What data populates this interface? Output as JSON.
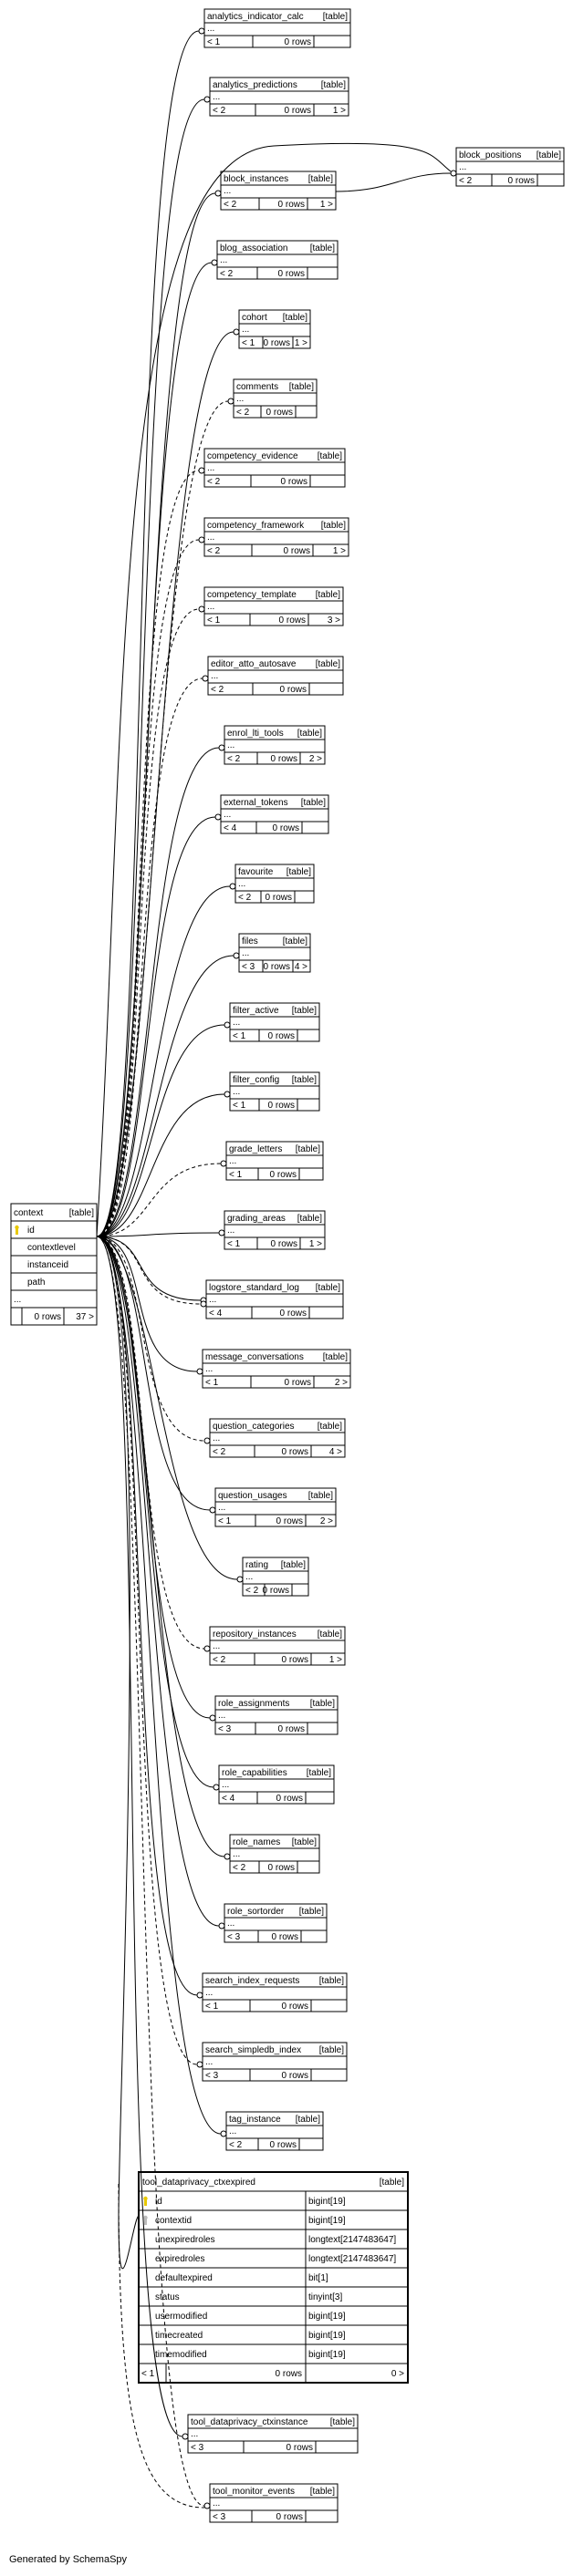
{
  "footer": "Generated by SchemaSpy",
  "context": {
    "name": "context",
    "tag": "[table]",
    "columns": [
      {
        "name": "id",
        "key": "primary"
      },
      {
        "name": "contextlevel",
        "key": ""
      },
      {
        "name": "instanceid",
        "key": ""
      },
      {
        "name": "path",
        "key": ""
      }
    ],
    "ellipsis": "...",
    "parents": "",
    "rows": "0 rows",
    "children": "37 >"
  },
  "tables": [
    {
      "name": "analytics_indicator_calc",
      "tag": "[table]",
      "ellipsis": "...",
      "parents": "< 1",
      "rows": "0 rows",
      "children": "",
      "rel": "solid"
    },
    {
      "name": "analytics_predictions",
      "tag": "[table]",
      "ellipsis": "...",
      "parents": "< 2",
      "rows": "0 rows",
      "children": "1 >",
      "rel": "solid"
    },
    {
      "name": "block_instances",
      "tag": "[table]",
      "ellipsis": "...",
      "parents": "< 2",
      "rows": "0 rows",
      "children": "1 >",
      "rel": "solid"
    },
    {
      "name": "blog_association",
      "tag": "[table]",
      "ellipsis": "...",
      "parents": "< 2",
      "rows": "0 rows",
      "children": "",
      "rel": "solid"
    },
    {
      "name": "cohort",
      "tag": "[table]",
      "ellipsis": "...",
      "parents": "< 1",
      "rows": "0 rows",
      "children": "1 >",
      "rel": "solid"
    },
    {
      "name": "comments",
      "tag": "[table]",
      "ellipsis": "...",
      "parents": "< 2",
      "rows": "0 rows",
      "children": "",
      "rel": "dashed"
    },
    {
      "name": "competency_evidence",
      "tag": "[table]",
      "ellipsis": "...",
      "parents": "< 2",
      "rows": "0 rows",
      "children": "",
      "rel": "dashed"
    },
    {
      "name": "competency_framework",
      "tag": "[table]",
      "ellipsis": "...",
      "parents": "< 2",
      "rows": "0 rows",
      "children": "1 >",
      "rel": "dashed"
    },
    {
      "name": "competency_template",
      "tag": "[table]",
      "ellipsis": "...",
      "parents": "< 1",
      "rows": "0 rows",
      "children": "3 >",
      "rel": "dashed"
    },
    {
      "name": "editor_atto_autosave",
      "tag": "[table]",
      "ellipsis": "...",
      "parents": "< 2",
      "rows": "0 rows",
      "children": "",
      "rel": "dashed"
    },
    {
      "name": "enrol_lti_tools",
      "tag": "[table]",
      "ellipsis": "...",
      "parents": "< 2",
      "rows": "0 rows",
      "children": "2 >",
      "rel": "solid"
    },
    {
      "name": "external_tokens",
      "tag": "[table]",
      "ellipsis": "...",
      "parents": "< 4",
      "rows": "0 rows",
      "children": "",
      "rel": "solid"
    },
    {
      "name": "favourite",
      "tag": "[table]",
      "ellipsis": "...",
      "parents": "< 2",
      "rows": "0 rows",
      "children": "",
      "rel": "solid"
    },
    {
      "name": "files",
      "tag": "[table]",
      "ellipsis": "...",
      "parents": "< 3",
      "rows": "0 rows",
      "children": "4 >",
      "rel": "solid"
    },
    {
      "name": "filter_active",
      "tag": "[table]",
      "ellipsis": "...",
      "parents": "< 1",
      "rows": "0 rows",
      "children": "",
      "rel": "solid"
    },
    {
      "name": "filter_config",
      "tag": "[table]",
      "ellipsis": "...",
      "parents": "< 1",
      "rows": "0 rows",
      "children": "",
      "rel": "solid"
    },
    {
      "name": "grade_letters",
      "tag": "[table]",
      "ellipsis": "...",
      "parents": "< 1",
      "rows": "0 rows",
      "children": "",
      "rel": "dashed"
    },
    {
      "name": "grading_areas",
      "tag": "[table]",
      "ellipsis": "...",
      "parents": "< 1",
      "rows": "0 rows",
      "children": "1 >",
      "rel": "solid"
    },
    {
      "name": "logstore_standard_log",
      "tag": "[table]",
      "ellipsis": "...",
      "parents": "< 4",
      "rows": "0 rows",
      "children": "",
      "rel": "mixed"
    },
    {
      "name": "message_conversations",
      "tag": "[table]",
      "ellipsis": "...",
      "parents": "< 1",
      "rows": "0 rows",
      "children": "2 >",
      "rel": "solid"
    },
    {
      "name": "question_categories",
      "tag": "[table]",
      "ellipsis": "...",
      "parents": "< 2",
      "rows": "0 rows",
      "children": "4 >",
      "rel": "dashed"
    },
    {
      "name": "question_usages",
      "tag": "[table]",
      "ellipsis": "...",
      "parents": "< 1",
      "rows": "0 rows",
      "children": "2 >",
      "rel": "solid"
    },
    {
      "name": "rating",
      "tag": "[table]",
      "ellipsis": "...",
      "parents": "< 2",
      "rows": "0 rows",
      "children": "",
      "rel": "solid"
    },
    {
      "name": "repository_instances",
      "tag": "[table]",
      "ellipsis": "...",
      "parents": "< 2",
      "rows": "0 rows",
      "children": "1 >",
      "rel": "dashed"
    },
    {
      "name": "role_assignments",
      "tag": "[table]",
      "ellipsis": "...",
      "parents": "< 3",
      "rows": "0 rows",
      "children": "",
      "rel": "solid"
    },
    {
      "name": "role_capabilities",
      "tag": "[table]",
      "ellipsis": "...",
      "parents": "< 4",
      "rows": "0 rows",
      "children": "",
      "rel": "solid"
    },
    {
      "name": "role_names",
      "tag": "[table]",
      "ellipsis": "...",
      "parents": "< 2",
      "rows": "0 rows",
      "children": "",
      "rel": "solid"
    },
    {
      "name": "role_sortorder",
      "tag": "[table]",
      "ellipsis": "...",
      "parents": "< 3",
      "rows": "0 rows",
      "children": "",
      "rel": "solid"
    },
    {
      "name": "search_index_requests",
      "tag": "[table]",
      "ellipsis": "...",
      "parents": "< 1",
      "rows": "0 rows",
      "children": "",
      "rel": "solid"
    },
    {
      "name": "search_simpledb_index",
      "tag": "[table]",
      "ellipsis": "...",
      "parents": "< 3",
      "rows": "0 rows",
      "children": "",
      "rel": "dashed"
    },
    {
      "name": "tag_instance",
      "tag": "[table]",
      "ellipsis": "...",
      "parents": "< 2",
      "rows": "0 rows",
      "children": "",
      "rel": "solid"
    }
  ],
  "block_positions": {
    "name": "block_positions",
    "tag": "[table]",
    "ellipsis": "...",
    "parents": "< 2",
    "rows": "0 rows",
    "children": ""
  },
  "focus": {
    "name": "tool_dataprivacy_ctxexpired",
    "tag": "[table]",
    "columns": [
      {
        "name": "id",
        "type": "bigint[19]",
        "key": "primary"
      },
      {
        "name": "contextid",
        "type": "bigint[19]",
        "key": "foreign"
      },
      {
        "name": "unexpiredroles",
        "type": "longtext[2147483647]",
        "key": ""
      },
      {
        "name": "expiredroles",
        "type": "longtext[2147483647]",
        "key": ""
      },
      {
        "name": "defaultexpired",
        "type": "bit[1]",
        "key": ""
      },
      {
        "name": "status",
        "type": "tinyint[3]",
        "key": ""
      },
      {
        "name": "usermodified",
        "type": "bigint[19]",
        "key": ""
      },
      {
        "name": "timecreated",
        "type": "bigint[19]",
        "key": ""
      },
      {
        "name": "timemodified",
        "type": "bigint[19]",
        "key": ""
      }
    ],
    "parents": "< 1",
    "rows": "0 rows",
    "children": "0 >"
  },
  "bottom_tables": [
    {
      "name": "tool_dataprivacy_ctxinstance",
      "tag": "[table]",
      "ellipsis": "...",
      "parents": "< 3",
      "rows": "0 rows",
      "children": "",
      "rel": "solid"
    },
    {
      "name": "tool_monitor_events",
      "tag": "[table]",
      "ellipsis": "...",
      "parents": "< 3",
      "rows": "0 rows",
      "children": "",
      "rel": "dashed"
    }
  ],
  "colors": {
    "line": "#000000",
    "key_icon": "#e8c800",
    "background": "#ffffff"
  }
}
